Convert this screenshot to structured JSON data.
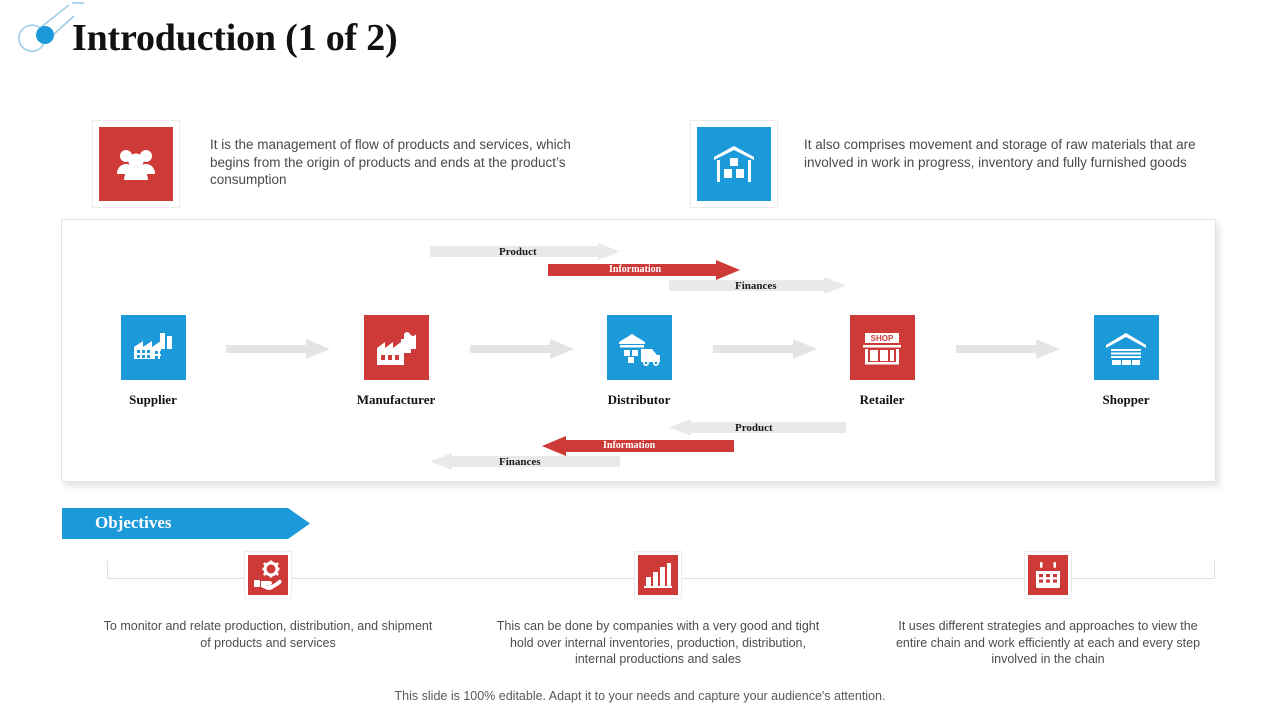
{
  "colors": {
    "red": "#cd3a38",
    "blue": "#1c99d8",
    "arrow_gray": "#e9e9e9",
    "text": "#4a4a4a",
    "panel_border": "#e3e3e3"
  },
  "title": "Introduction (1 of 2)",
  "intro": [
    {
      "icon": "people-group-icon",
      "icon_color": "#cd3a38",
      "text": "It is the management of flow of products and services, which begins from the origin of products and ends at the product’s consumption"
    },
    {
      "icon": "warehouse-boxes-icon",
      "icon_color": "#1c99d8",
      "text": "It also comprises movement and storage of raw materials that are involved in work in progress, inventory and fully furnished goods"
    }
  ],
  "diagram": {
    "top_flows": [
      {
        "label": "Product",
        "direction": "right",
        "style": "gray"
      },
      {
        "label": "Information",
        "direction": "right",
        "style": "red"
      },
      {
        "label": "Finances",
        "direction": "right",
        "style": "gray"
      }
    ],
    "bottom_flows": [
      {
        "label": "Product",
        "direction": "left",
        "style": "gray"
      },
      {
        "label": "Information",
        "direction": "left",
        "style": "red"
      },
      {
        "label": "Finances",
        "direction": "left",
        "style": "gray"
      }
    ],
    "nodes": [
      {
        "label": "Supplier",
        "icon": "factory-icon",
        "color": "#1c99d8"
      },
      {
        "label": "Manufacturer",
        "icon": "factory-icon",
        "color": "#cd3a38"
      },
      {
        "label": "Distributor",
        "icon": "warehouse-truck-icon",
        "color": "#1c99d8"
      },
      {
        "label": "Retailer",
        "icon": "shop-storefront-icon",
        "color": "#cd3a38",
        "sign_text": "SHOP"
      },
      {
        "label": "Shopper",
        "icon": "warehouse-icon",
        "color": "#1c99d8"
      }
    ]
  },
  "objectives": {
    "banner_label": "Objectives",
    "items": [
      {
        "icon": "hand-gear-icon",
        "text": "To monitor and relate production, distribution, and shipment of products and services"
      },
      {
        "icon": "bar-chart-icon",
        "text": "This can be done by companies with a very good and tight hold over internal inventories, production, distribution, internal productions and sales"
      },
      {
        "icon": "calendar-icon",
        "text": "It uses different strategies and approaches to view the entire chain and work efficiently at each and every step involved in the chain"
      }
    ]
  },
  "footer": "This slide is 100% editable. Adapt it to your needs and capture your audience's attention."
}
